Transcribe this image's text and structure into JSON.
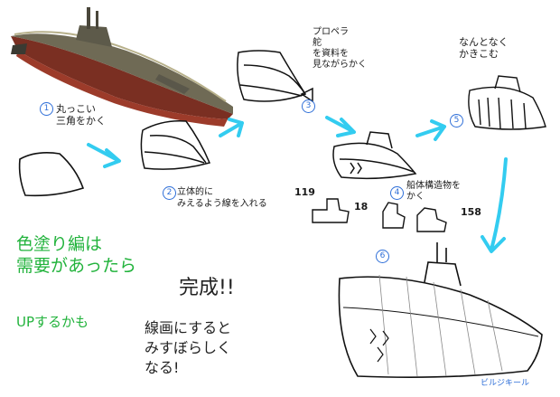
{
  "steps": [
    {
      "num": "1",
      "text": "丸っこい\n三角をかく"
    },
    {
      "num": "2",
      "text": "立体的に\nみえるよう線を入れる"
    },
    {
      "num": "3",
      "text": "プロペラ\n舵\nを資料を\n見ながらかく"
    },
    {
      "num": "4",
      "text": "船体構造物を\nかく"
    },
    {
      "num": "5",
      "text": "なんとなく\nかきこむ"
    },
    {
      "num": "6",
      "text": ""
    }
  ],
  "tower_counts": [
    "119",
    "18",
    "158"
  ],
  "color_note": "色塗り編は\n需要があったら",
  "up_note": "UPするかも",
  "done_text": "完成!!",
  "lines_note": "線画にすると\nみすぼらしく\nなる!",
  "bilge_label": "ビルジキール",
  "colors": {
    "arrow": "#33ccf0",
    "green": "#22b33c",
    "step_circle": "#2f6fd8"
  }
}
